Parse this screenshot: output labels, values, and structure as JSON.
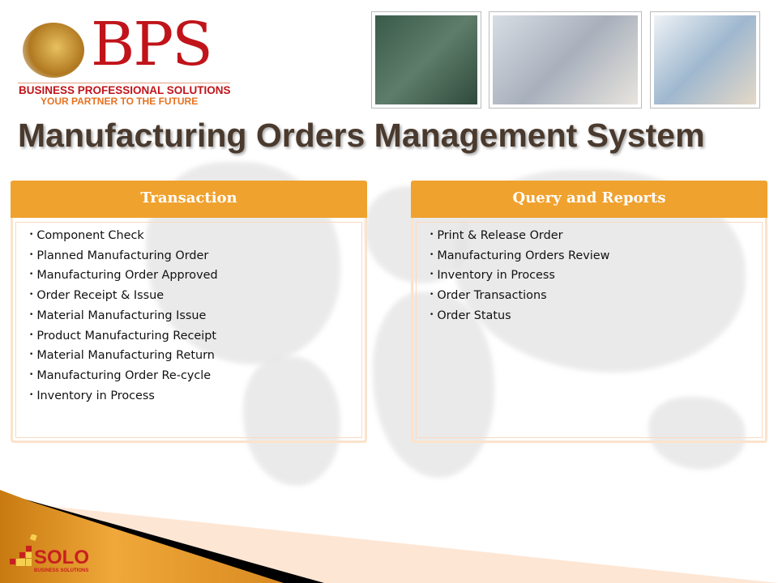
{
  "logo": {
    "brand": "BPS",
    "name": "BUSINESS PROFESSIONAL SOLUTIONS",
    "tagline": "YOUR PARTNER TO THE FUTURE"
  },
  "footer_logo": {
    "brand": "SOLO",
    "subtitle": "BUSINESS SOLUTIONS"
  },
  "title": "Manufacturing Orders Management System",
  "panels": {
    "transaction": {
      "header": "Transaction",
      "items": [
        "Component Check",
        "Planned Manufacturing Order",
        "Manufacturing Order Approved",
        "Order Receipt & Issue",
        "Material Manufacturing Issue",
        "Product Manufacturing Receipt",
        "Material Manufacturing Return",
        "Manufacturing Order Re-cycle",
        "Inventory in Process"
      ]
    },
    "reports": {
      "header": "Query and Reports",
      "items": [
        "Print & Release Order",
        "Manufacturing Orders Review",
        "Inventory in Process",
        "Order Transactions",
        "Order Status"
      ]
    }
  },
  "colors": {
    "accent": "#f0a22e",
    "brand_red": "#c0141a",
    "title": "#4a3a2e"
  }
}
